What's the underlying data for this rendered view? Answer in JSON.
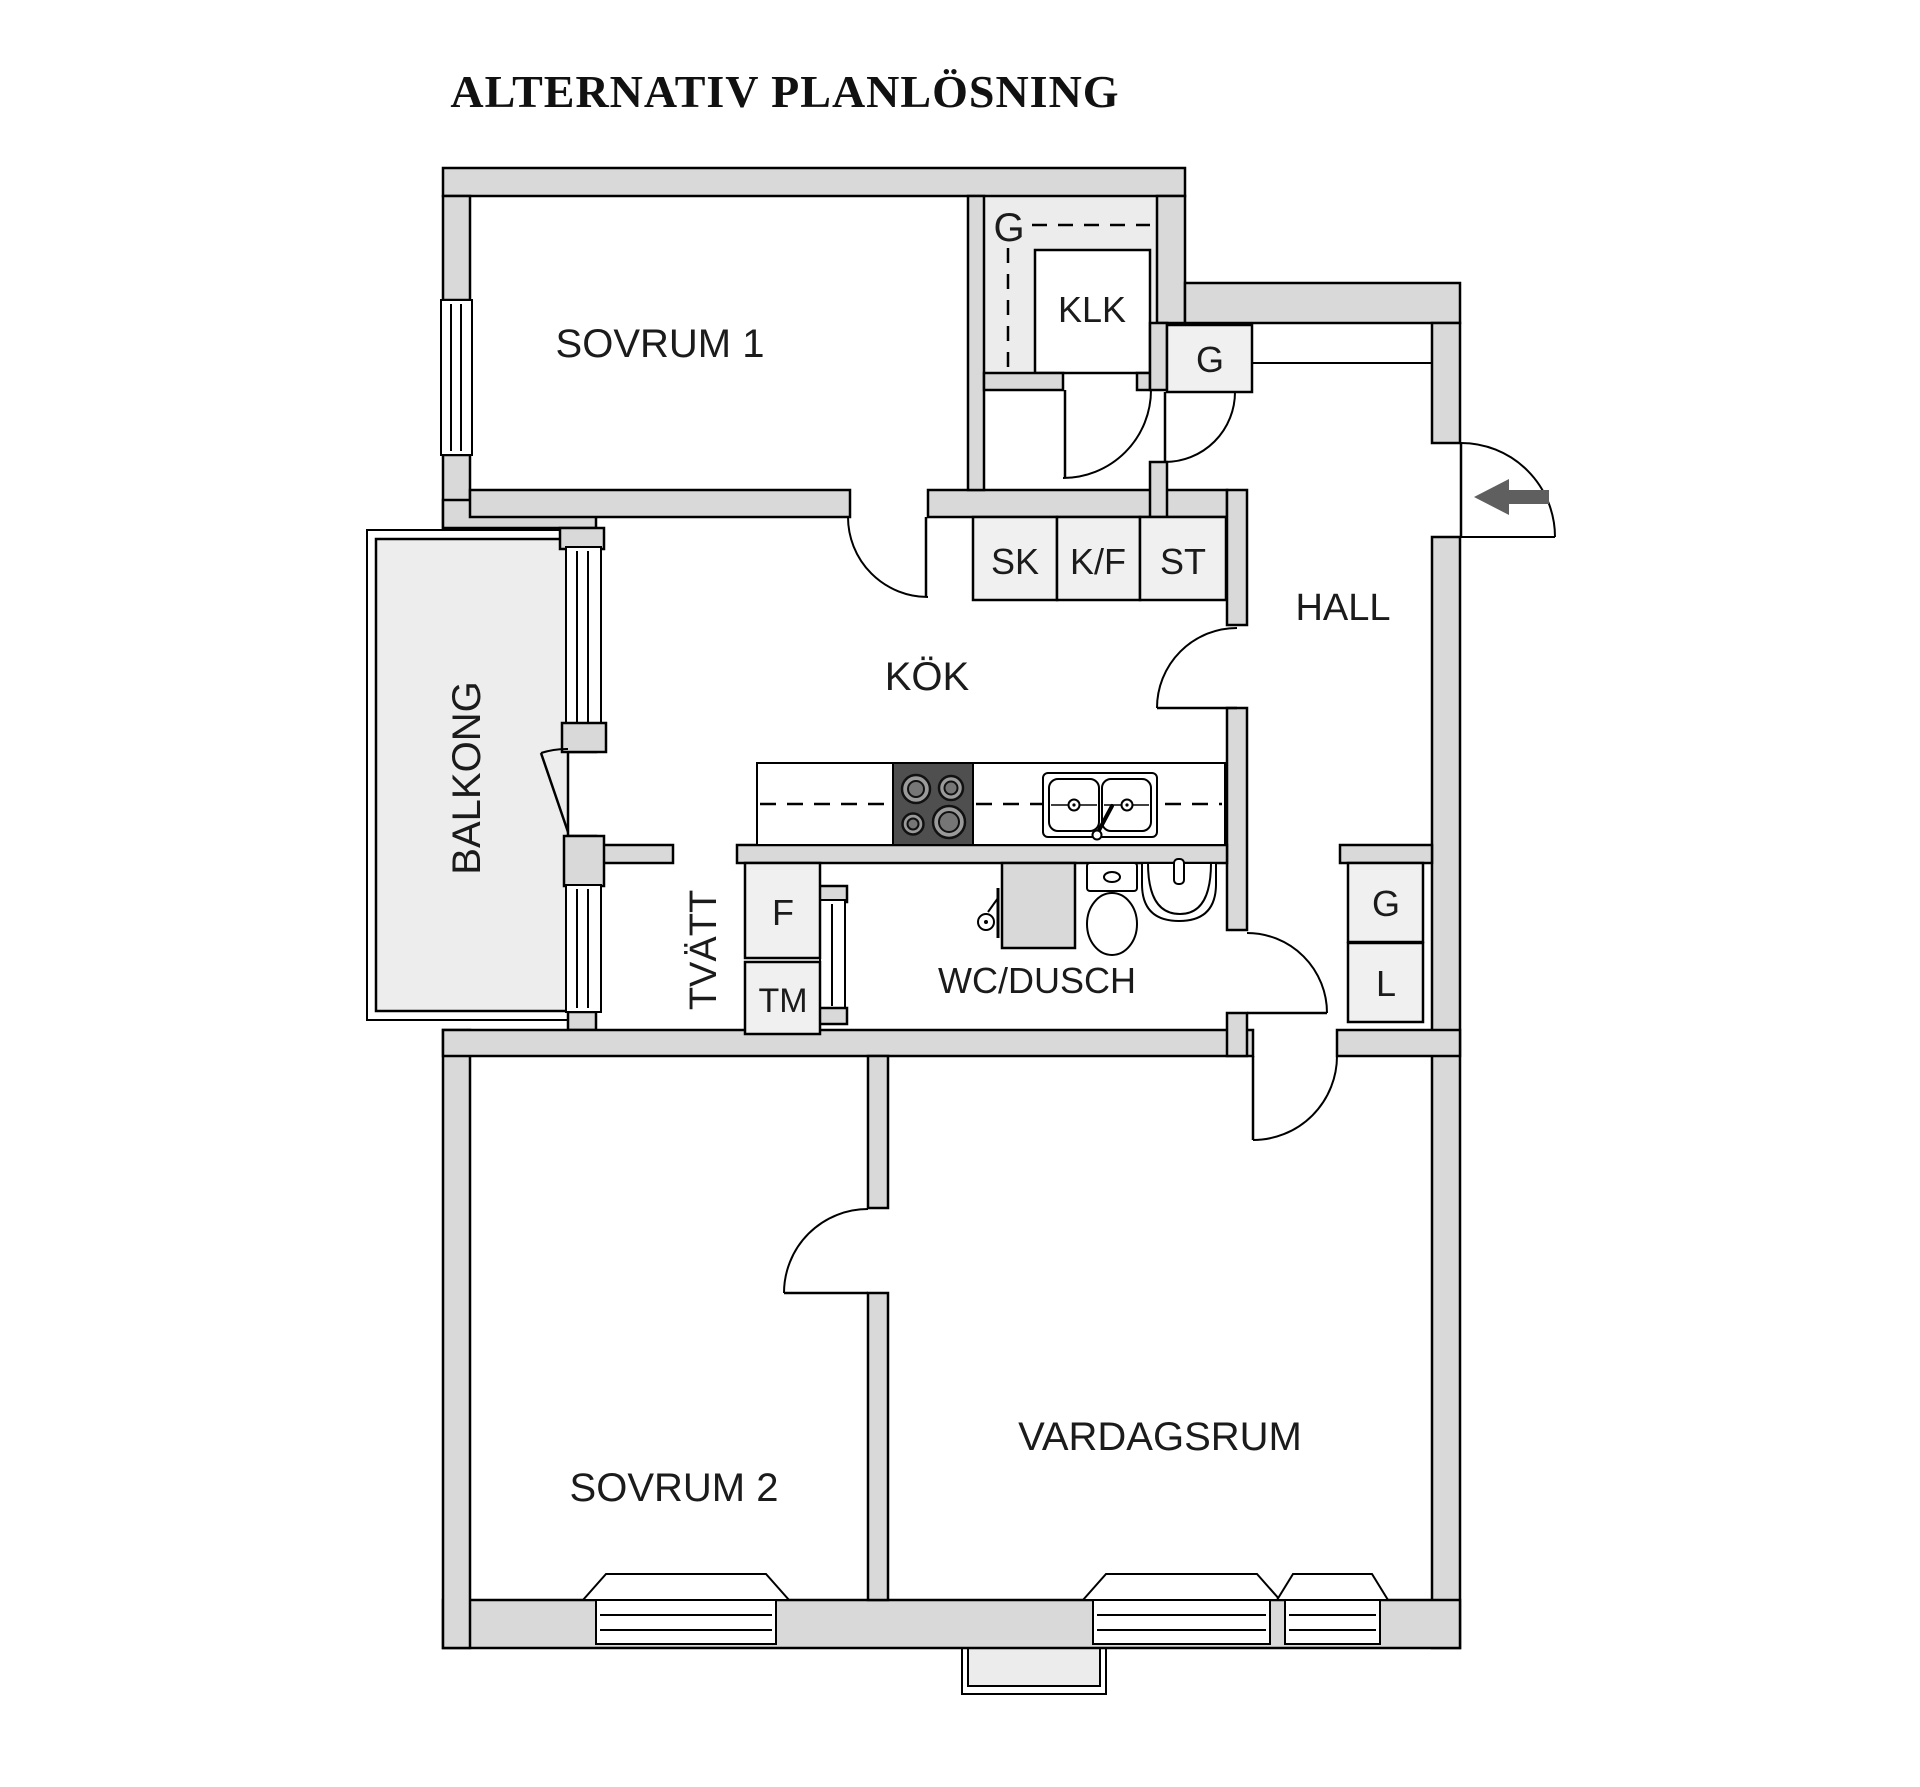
{
  "title": "ALTERNATIV PLANLÖSNING",
  "rooms": {
    "sovrum1": {
      "label": "SOVRUM 1"
    },
    "klk": {
      "label": "KLK"
    },
    "hall": {
      "label": "HALL"
    },
    "kok": {
      "label": "KÖK"
    },
    "balkong": {
      "label": "BALKONG"
    },
    "tvatt": {
      "label": "TVÄTT"
    },
    "wc_dusch": {
      "label": "WC/DUSCH"
    },
    "sovrum2": {
      "label": "SOVRUM 2"
    },
    "vardagsrum": {
      "label": "VARDAGSRUM"
    }
  },
  "storage": {
    "klk_wardrobe": "G",
    "hall_wardrobe_upper": "G",
    "hall_wardrobe_lower": "G",
    "hall_linen": "L"
  },
  "kitchen_units": {
    "sk": "SK",
    "kf": "K/F",
    "st": "ST"
  },
  "laundry_units": {
    "f": "F",
    "tm": "TM"
  },
  "colors": {
    "wall": "#d9d9d9",
    "closet_box": "#f0f0f0",
    "balcony": "#ededed",
    "klk_zone": "#ececec",
    "stove": "#4f4f4f",
    "burner": "#9a9a9a",
    "entry_arrow": "#5f5f5f",
    "line": "#000000",
    "text": "#1b1b1b"
  }
}
